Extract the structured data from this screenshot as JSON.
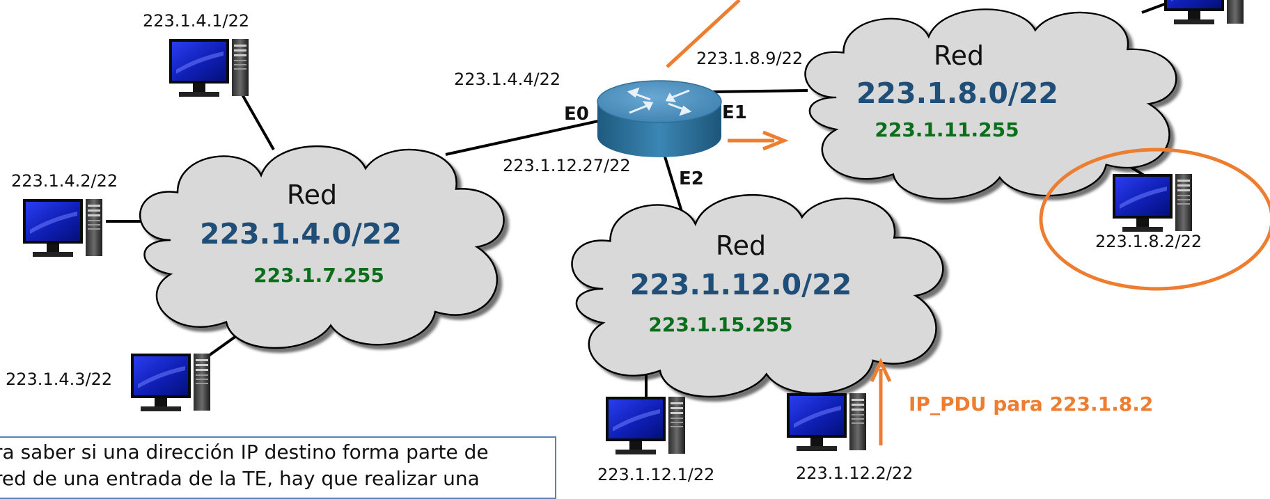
{
  "colors": {
    "net_address": "#1f4e79",
    "broadcast": "#0a6e1a",
    "highlight": "#ed7d31",
    "cloud_fill": "#d9d9d9",
    "note_border": "#5a82b4"
  },
  "networks": {
    "left": {
      "title": "Red",
      "address": "223.1.4.0/22",
      "broadcast": "223.1.7.255"
    },
    "right": {
      "title": "Red",
      "address": "223.1.8.0/22",
      "broadcast": "223.1.11.255"
    },
    "bottom": {
      "title": "Red",
      "address": "223.1.12.0/22",
      "broadcast": "223.1.15.255"
    }
  },
  "hosts": {
    "h1": "223.1.4.1/22",
    "h2": "223.1.4.2/22",
    "h3": "223.1.4.3/22",
    "h4": "223.1.12.1/22",
    "h5": "223.1.12.2/22",
    "h6": "223.1.8.2/22"
  },
  "router": {
    "icon": "router-icon",
    "e0": {
      "name": "E0",
      "ip": "223.1.4.4/22"
    },
    "e1": {
      "name": "E1",
      "ip": "223.1.8.9/22"
    },
    "e2": {
      "name": "E2",
      "ip": "223.1.12.27/22"
    }
  },
  "packet_label": "IP_PDU para 223.1.8.2",
  "note": {
    "line1": "ra saber si una dirección IP destino forma parte de",
    "line2": "red de una entrada de la TE, hay que realizar una"
  }
}
